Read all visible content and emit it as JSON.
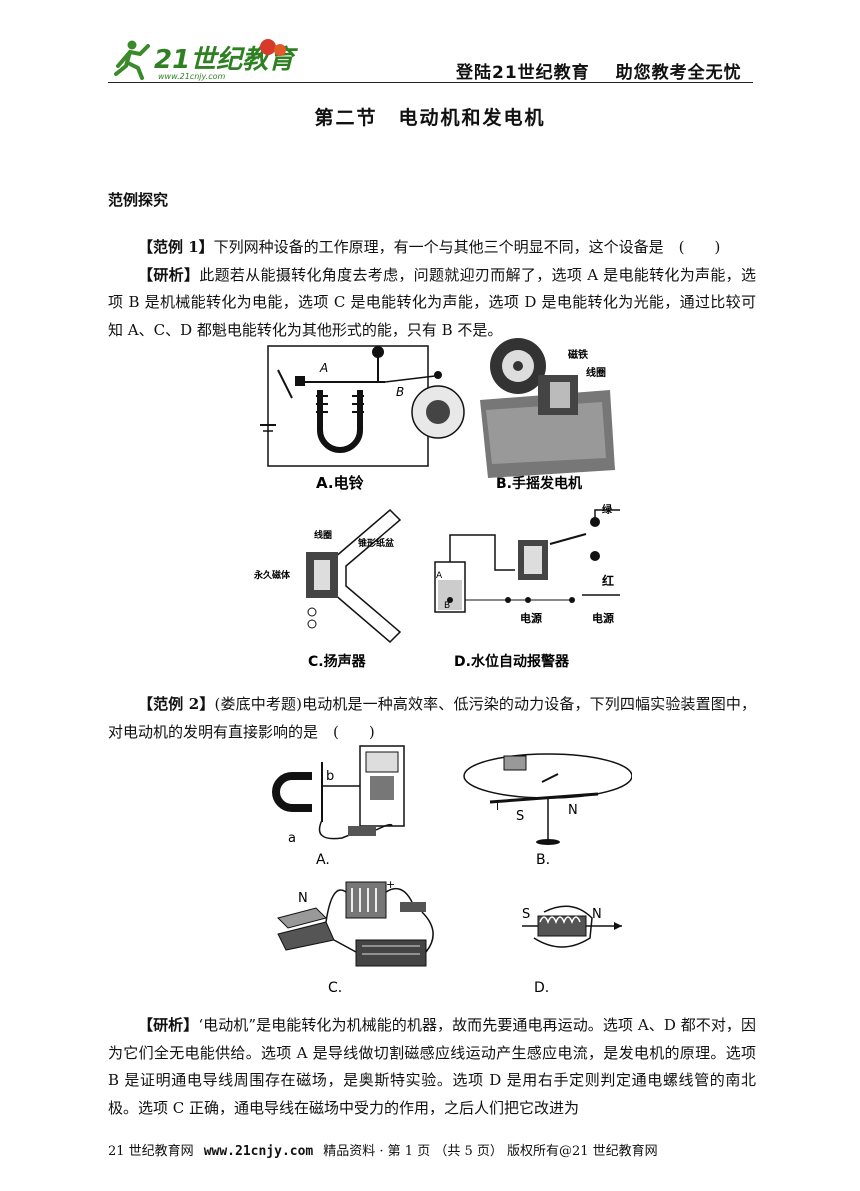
{
  "header": {
    "logo_text": "21世纪教育",
    "logo_url": "www.21cnjy.com",
    "slogan_left": "登陆21世纪教育",
    "slogan_right": "助您教考全无忧"
  },
  "title": "第二节　电动机和发电机",
  "section_heading": "范例探究",
  "example1": {
    "tag": "【范例 1】",
    "question": "下列网种设备的工作原理，有一个与其他三个明显不同，这个设备是　(　　)",
    "analysis_tag": "【研析】",
    "analysis": "此题若从能摄转化角度去考虑，问题就迎刃而解了，选项 A 是电能转化为声能，选项 B 是机械能转化为电能，选项 C 是电能转化为声能，选项 D 是电能转化为光能，通过比较可知 A、C、D 都魁电能转化为其他形式的能，只有 B 不是。",
    "figures": {
      "a": {
        "caption": "A.电铃",
        "label_a": "A",
        "label_b": "B"
      },
      "b": {
        "caption": "B.手摇发电机",
        "label_magnet": "磁铁",
        "label_coil": "线圈"
      },
      "c": {
        "caption": "C.扬声器",
        "label_coil": "线圈",
        "label_cone": "锥形纸盆",
        "label_magnet": "永久磁体"
      },
      "d": {
        "caption": "D.水位自动报警器",
        "label_green": "绿",
        "label_red": "红",
        "label_power1": "电源",
        "label_power2": "电源",
        "label_a": "A",
        "label_b": "B"
      }
    }
  },
  "example2": {
    "tag": "【范例 2】",
    "question": "(娄底中考题)电动机是一种高效率、低污染的动力设备，下列四幅实验装置图中，对电动机的发明有直接影响的是　(　　)",
    "figures": {
      "a": {
        "caption": "A.",
        "label_a": "a",
        "label_b": "b"
      },
      "b": {
        "caption": "B.",
        "label_s": "S",
        "label_n": "N",
        "label_i": "I"
      },
      "c": {
        "caption": "C.",
        "label_n": "N",
        "label_plus": "+"
      },
      "d": {
        "caption": "D.",
        "label_s": "S",
        "label_n": "N"
      }
    },
    "analysis_tag": "【研析】",
    "analysis": "‘电动机”是电能转化为机械能的机器，故而先要通电再运动。选项 A、D 都不对，因为它们全无电能供给。选项 A 是导线做切割磁感应线运动产生感应电流，是发电机的原理。选项 B 是证明通电导线周围存在磁场，是奥斯特实验。选项 D 是用右手定则判定通电螺线管的南北极。选项 C 正确，通电导线在磁场中受力的作用，之后人们把它改进为"
  },
  "footer": {
    "site": "21 世纪教育网",
    "url": "www.21cnjy.com",
    "info": "精品资料 · 第 1 页 （共 5 页） 版权所有@21 世纪教育网"
  }
}
